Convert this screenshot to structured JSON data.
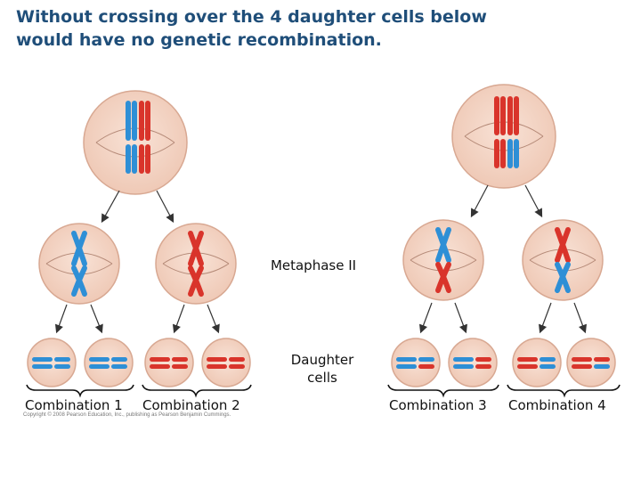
{
  "heading": {
    "line1": "Without crossing over the 4 daughter cells below",
    "line2": "would have no genetic recombination."
  },
  "labels": {
    "metaphase": "Metaphase II",
    "daughter_line1": "Daughter",
    "daughter_line2": "cells"
  },
  "combinations": [
    "Combination 1",
    "Combination 2",
    "Combination 3",
    "Combination 4"
  ],
  "copyright": "Copyright © 2008 Pearson Education, Inc., publishing as Pearson Benjamin Cummings.",
  "colors": {
    "heading": "#1f4e79",
    "cell_fill": "#f3d5c6",
    "cell_edge": "#d8a892",
    "chromosome_blue": "#2e8fd6",
    "chromosome_red": "#d9342b",
    "arrow": "#333333"
  }
}
